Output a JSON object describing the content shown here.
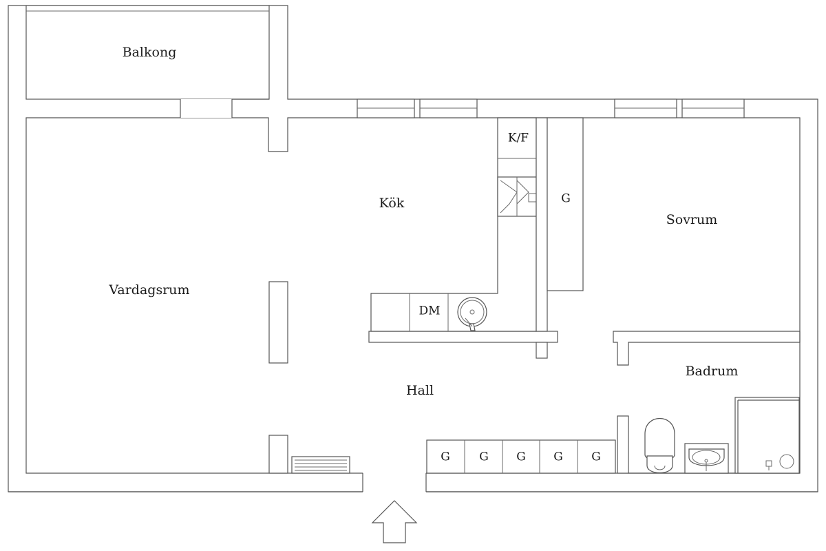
{
  "rooms": {
    "balkong": "Balkong",
    "vardagsrum": "Vardagsrum",
    "kok": "Kök",
    "sovrum": "Sovrum",
    "hall": "Hall",
    "badrum": "Badrum"
  },
  "fixtures": {
    "kf": "K/F",
    "dm": "DM",
    "wardrobe_bedroom": "G",
    "wardrobes_hall": [
      "G",
      "G",
      "G",
      "G",
      "G"
    ]
  },
  "icons": {
    "entrance": "entrance-arrow-icon",
    "sink": "sink-icon",
    "toilet": "toilet-icon",
    "washbasin": "washbasin-icon",
    "stove": "stove-icon",
    "radiator": "radiator-icon"
  }
}
